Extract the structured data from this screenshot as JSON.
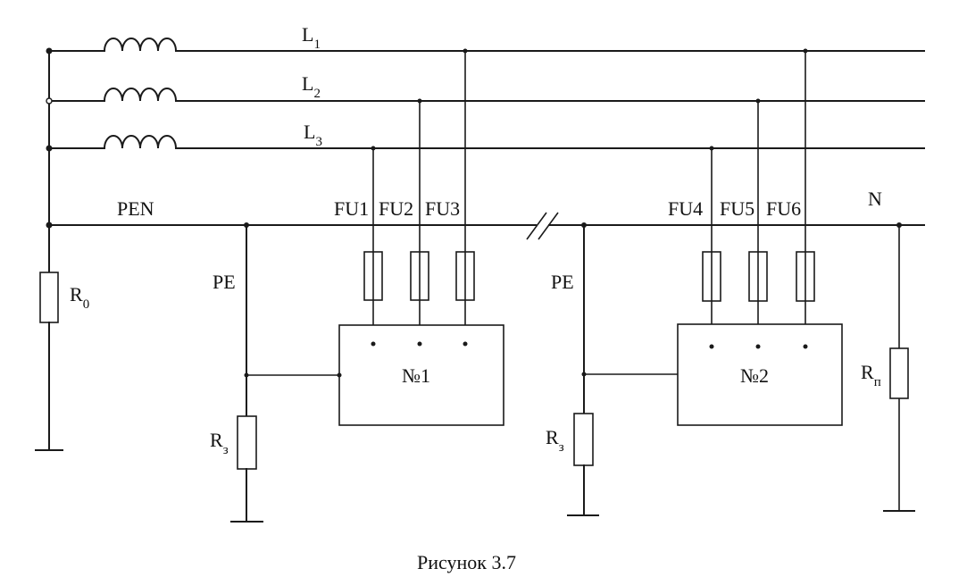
{
  "lines": {
    "l1": {
      "main": "L",
      "sub": "1"
    },
    "l2": {
      "main": "L",
      "sub": "2"
    },
    "l3": {
      "main": "L",
      "sub": "3"
    },
    "pen": "PEN",
    "n": "N"
  },
  "fuses": {
    "group1": [
      "FU1",
      "FU2",
      "FU3"
    ],
    "group2": [
      "FU4",
      "FU5",
      "FU6"
    ]
  },
  "pe_labels": [
    "PE",
    "PE"
  ],
  "consumers": [
    "№1",
    "№2"
  ],
  "resistors": {
    "r0": {
      "main": "R",
      "sub": "0"
    },
    "rz1": {
      "main": "R",
      "sub": "з"
    },
    "rz2": {
      "main": "R",
      "sub": "з"
    },
    "rp": {
      "main": "R",
      "sub": "п"
    }
  },
  "caption": "Рисунок 3.7"
}
